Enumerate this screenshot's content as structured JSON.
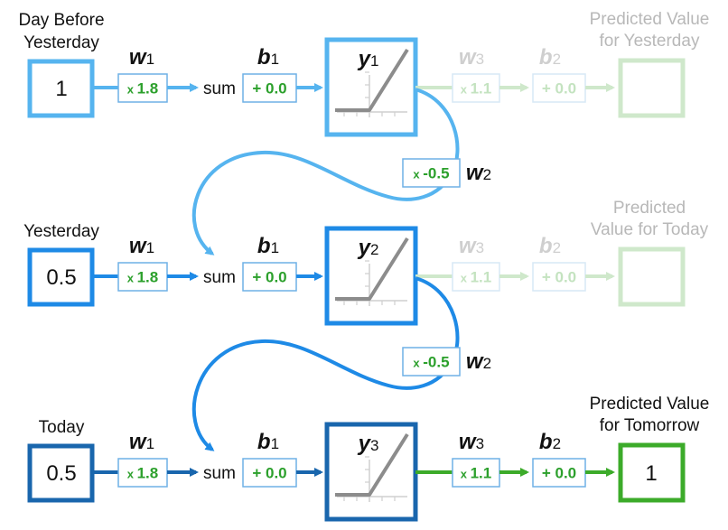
{
  "title": "Recurrent neural network unrolled over three days",
  "colors": {
    "row1_blue": "#56b4ef",
    "row2_blue": "#1e8ae6",
    "row3_blue": "#1966ad",
    "param_border": "#6fb1e6",
    "param_text": "#2ca02c",
    "output_green": "#3cab2a",
    "faded_green": "#cfe8cb",
    "faded_text": "#b8b8b8",
    "faded_param_border": "#d7e8f6",
    "faded_param_text": "#c4e3c0",
    "relu_gray": "#8c8c8c"
  },
  "rows": [
    {
      "input_label_lines": [
        "Day Before",
        "Yesterday"
      ],
      "input_value": "1",
      "w1_symbol": "w",
      "w1_sub": "1",
      "w1_value": "1.8",
      "w1_op": "x",
      "sum_label": "sum",
      "b1_symbol": "b",
      "b1_sub": "1",
      "b1_value": "+ 0.0",
      "activation_symbol": "y",
      "activation_sub": "1",
      "w3_symbol": "w",
      "w3_sub": "3",
      "w3_value": "1.1",
      "w3_op": "x",
      "b2_symbol": "b",
      "b2_sub": "2",
      "b2_value": "+ 0.0",
      "output_label_lines": [
        "Predicted Value",
        "for Yesterday"
      ],
      "output_value": "",
      "faded": true
    },
    {
      "input_label_lines": [
        "Yesterday"
      ],
      "input_value": "0.5",
      "w1_symbol": "w",
      "w1_sub": "1",
      "w1_value": "1.8",
      "w1_op": "x",
      "sum_label": "sum",
      "b1_symbol": "b",
      "b1_sub": "1",
      "b1_value": "+ 0.0",
      "activation_symbol": "y",
      "activation_sub": "2",
      "w3_symbol": "w",
      "w3_sub": "3",
      "w3_value": "1.1",
      "w3_op": "x",
      "b2_symbol": "b",
      "b2_sub": "2",
      "b2_value": "+ 0.0",
      "output_label_lines": [
        "Predicted",
        "Value for Today"
      ],
      "output_value": "",
      "faded": true
    },
    {
      "input_label_lines": [
        "Today"
      ],
      "input_value": "0.5",
      "w1_symbol": "w",
      "w1_sub": "1",
      "w1_value": "1.8",
      "w1_op": "x",
      "sum_label": "sum",
      "b1_symbol": "b",
      "b1_sub": "1",
      "b1_value": "+ 0.0",
      "activation_symbol": "y",
      "activation_sub": "3",
      "w3_symbol": "w",
      "w3_sub": "3",
      "w3_value": "1.1",
      "w3_op": "x",
      "b2_symbol": "b",
      "b2_sub": "2",
      "b2_value": "+ 0.0",
      "output_label_lines": [
        "Predicted Value",
        "for Tomorrow"
      ],
      "output_value": "1",
      "faded": false
    }
  ],
  "feedback": [
    {
      "w2_symbol": "w",
      "w2_sub": "2",
      "w2_value": "-0.5",
      "w2_op": "x"
    },
    {
      "w2_symbol": "w",
      "w2_sub": "2",
      "w2_value": "-0.5",
      "w2_op": "x"
    }
  ]
}
